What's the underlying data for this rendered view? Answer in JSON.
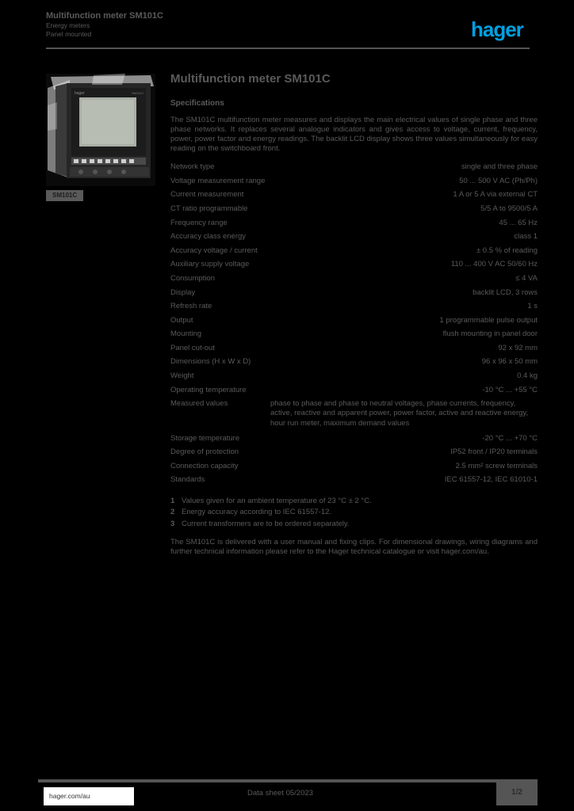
{
  "header": {
    "title_line1": "Multifunction meter SM101C",
    "title_line2": "Energy meters",
    "title_line3": "Panel mounted",
    "brand": "hager"
  },
  "colors": {
    "brand_blue": "#00a0e0",
    "text_gray": "#5a5a5a",
    "background": "#000000"
  },
  "product": {
    "caption": "SM101C"
  },
  "main": {
    "heading": "Multifunction meter SM101C",
    "subheading": "Specifications",
    "description": "The SM101C multifunction meter measures and displays the main electrical values of single phase and three phase networks. It replaces several analogue indicators and gives access to voltage, current, frequency, power, power factor and energy readings. The backlit LCD display shows three values simultaneously for easy reading on the switchboard front.",
    "specs": [
      {
        "label": "Network type",
        "value": "single and three phase"
      },
      {
        "label": "Voltage measurement range",
        "value": "50 ... 500 V AC (Ph/Ph)"
      },
      {
        "label": "Current measurement",
        "value": "1 A or 5 A via external CT"
      },
      {
        "label": "CT ratio programmable",
        "value": "5/5 A to 9500/5 A"
      },
      {
        "label": "Frequency range",
        "value": "45 ... 65 Hz"
      },
      {
        "label": "Accuracy class energy",
        "value": "class 1"
      },
      {
        "label": "Accuracy voltage / current",
        "value": "± 0.5 % of reading"
      },
      {
        "label": "Auxiliary supply voltage",
        "value": "110 ... 400 V AC 50/60 Hz"
      },
      {
        "label": "Consumption",
        "value": "≤ 4 VA"
      },
      {
        "label": "Display",
        "value": "backlit LCD, 3 rows"
      },
      {
        "label": "Refresh rate",
        "value": "1 s"
      },
      {
        "label": "Output",
        "value": "1 programmable pulse output"
      },
      {
        "label": "Mounting",
        "value": "flush mounting in panel door"
      },
      {
        "label": "Panel cut-out",
        "value": "92 x 92 mm"
      },
      {
        "label": "Dimensions (H x W x D)",
        "value": "96 x 96 x 50 mm"
      },
      {
        "label": "Weight",
        "value": "0.4 kg"
      },
      {
        "label": "Operating temperature",
        "value": "-10 °C ... +55 °C"
      },
      {
        "label": "Measured values",
        "value": "phase to phase and phase to neutral voltages, phase currents, frequency, active, reactive and apparent power, power factor, active and reactive energy, hour run meter, maximum demand values"
      },
      {
        "label": "Storage temperature",
        "value": "-20 °C ... +70 °C"
      },
      {
        "label": "Degree of protection",
        "value": "IP52 front / IP20 terminals"
      },
      {
        "label": "Connection capacity",
        "value": "2.5 mm² screw terminals"
      },
      {
        "label": "Standards",
        "value": "IEC 61557-12, IEC 61010-1"
      }
    ],
    "notes": [
      {
        "num": "1",
        "text": "Values given for an ambient temperature of 23 °C ± 2 °C."
      },
      {
        "num": "2",
        "text": "Energy accuracy according to IEC 61557-12."
      },
      {
        "num": "3",
        "text": "Current transformers are to be ordered separately."
      }
    ],
    "footnote": "The SM101C is delivered with a user manual and fixing clips. For dimensional drawings, wiring diagrams and further technical information please refer to the Hager technical catalogue or visit hager.com/au."
  },
  "footer": {
    "website": "hager.com/au",
    "info": "Data sheet 05/2023",
    "page": "1/2"
  }
}
